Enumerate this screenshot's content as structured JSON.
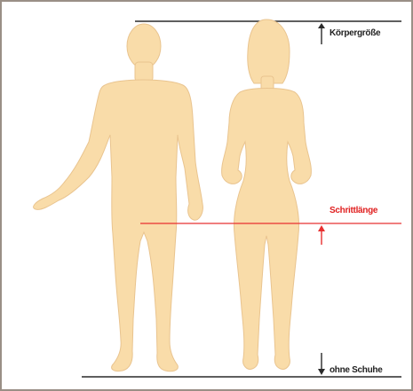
{
  "labels": {
    "body_height": "Körpergröße",
    "inseam": "Schrittlänge",
    "without_shoes": "ohne Schuhe"
  },
  "colors": {
    "silhouette": "#f9dca9",
    "silhouette_edge": "#e9c48f",
    "line_dark": "#2a2a2a",
    "line_red": "#e83030",
    "text_dark": "#1f1f1f",
    "text_red": "#e02020",
    "frame": "#9a8f86"
  }
}
